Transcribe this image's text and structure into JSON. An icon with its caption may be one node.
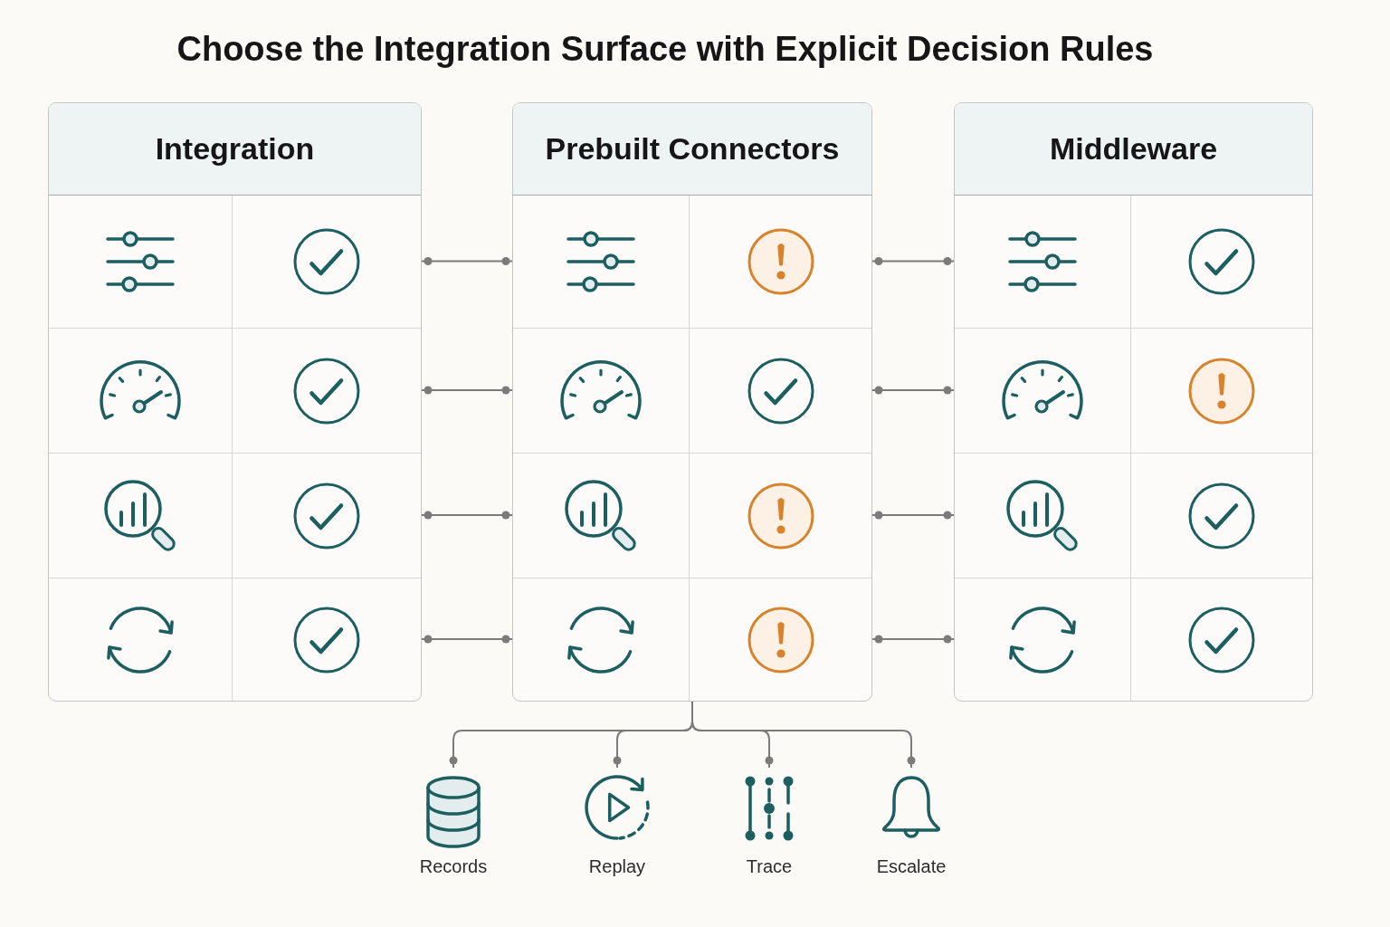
{
  "diagram": {
    "title": "Choose the Integration Surface with Explicit Decision Rules",
    "nodes": [
      {
        "text": [
          "Integration"
        ]
      },
      {
        "text": [],
        "shape": "box",
        "in": 0
      },
      {
        "text": [],
        "shape": "box",
        "in": 0
      },
      {
        "text": [],
        "shape": "box",
        "in": 0
      },
      {
        "text": [],
        "shape": "box",
        "in": 0
      },
      {
        "text": [
          "Prebuilt Connectors"
        ]
      },
      {
        "text": [],
        "shape": "box",
        "in": 5
      },
      {
        "text": [],
        "shape": "box",
        "in": 5
      },
      {
        "text": [],
        "shape": "box",
        "in": 5
      },
      {
        "text": [],
        "shape": "box",
        "in": 5
      },
      {
        "text": [
          "Middleware"
        ]
      },
      {
        "text": [],
        "shape": "box",
        "in": 10
      },
      {
        "text": [],
        "shape": "box",
        "in": 10
      },
      {
        "text": [],
        "shape": "box",
        "in": 10
      },
      {
        "text": [],
        "shape": "box",
        "in": 10
      },
      {
        "text": [
          "Records"
        ]
      },
      {
        "text": [
          "Replay"
        ]
      },
      {
        "text": [
          "Trace"
        ]
      },
      {
        "text": [
          "Escalate"
        ]
      }
    ],
    "edges": [
      {
        "from": 1,
        "to": 6,
        "arrow": "other"
      },
      {
        "from": 6,
        "to": 11,
        "arrow": "other"
      },
      {
        "from": 2,
        "to": 7,
        "arrow": "other"
      },
      {
        "from": 7,
        "to": 12,
        "arrow": "other"
      },
      {
        "from": 3,
        "to": 8,
        "arrow": "other"
      },
      {
        "from": 8,
        "to": 13,
        "arrow": "other"
      },
      {
        "from": 4,
        "to": 9,
        "arrow": "other"
      },
      {
        "from": 9,
        "to": 14,
        "arrow": "other"
      },
      {
        "from": 5,
        "to": 15,
        "arrow": "other"
      },
      {
        "from": 5,
        "to": 16,
        "arrow": "other"
      },
      {
        "from": 5,
        "to": 17,
        "arrow": "other"
      },
      {
        "from": 5,
        "to": 18,
        "arrow": "other"
      }
    ]
  }
}
